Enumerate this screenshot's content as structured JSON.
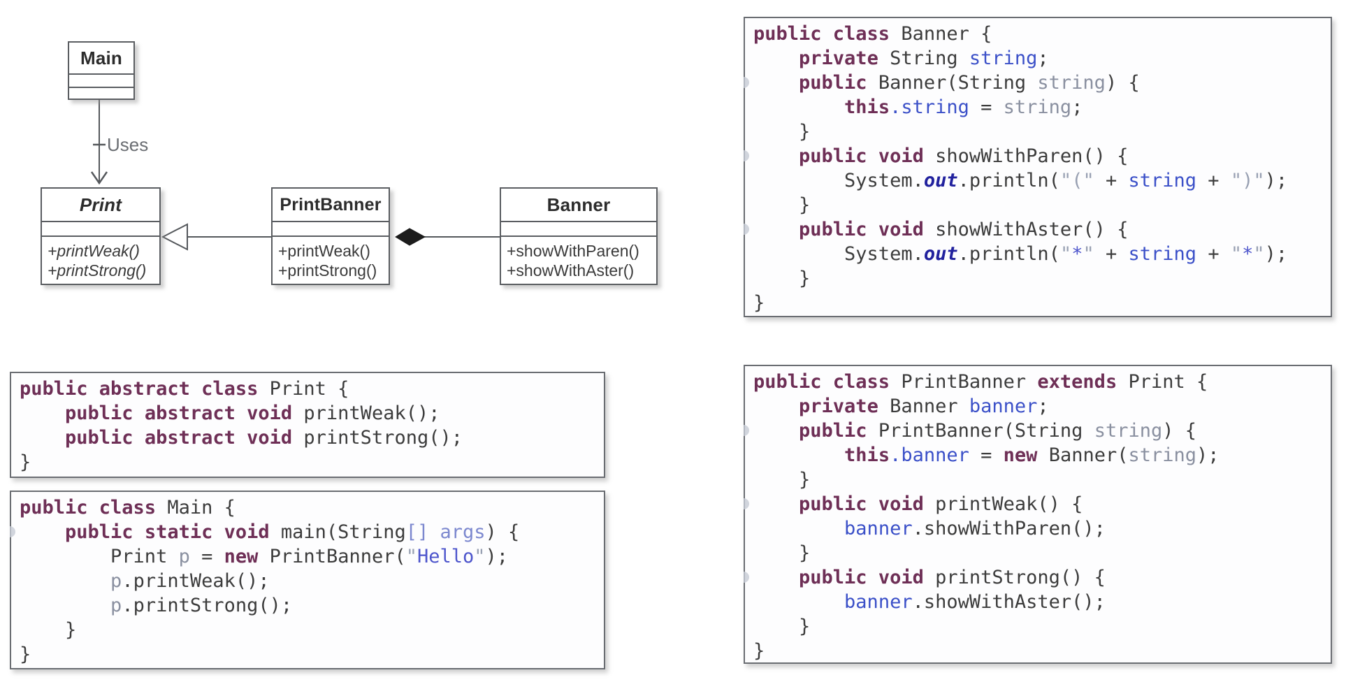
{
  "uml": {
    "uses_label": "Uses",
    "classes": {
      "main": {
        "name": "Main",
        "methods": []
      },
      "print": {
        "name": "Print",
        "methods": [
          "+printWeak()",
          "+printStrong()"
        ]
      },
      "print_banner": {
        "name": "PrintBanner",
        "methods": [
          "+printWeak()",
          "+printStrong()"
        ]
      },
      "banner": {
        "name": "Banner",
        "methods": [
          "+showWithParen()",
          "+showWithAster()"
        ]
      }
    }
  },
  "code": {
    "banner": {
      "folds": [
        3,
        6,
        9
      ],
      "lines": [
        [
          [
            "kw",
            "public class "
          ],
          [
            "pl",
            "Banner {"
          ]
        ],
        [
          [
            "pl",
            "    "
          ],
          [
            "kw",
            "private "
          ],
          [
            "pl",
            "String "
          ],
          [
            "fld",
            "string"
          ],
          [
            "pl",
            ";"
          ]
        ],
        [
          [
            "pl",
            "    "
          ],
          [
            "kw",
            "public "
          ],
          [
            "pl",
            "Banner(String "
          ],
          [
            "prm",
            "string"
          ],
          [
            "pl",
            ") {"
          ]
        ],
        [
          [
            "pl",
            "        "
          ],
          [
            "kw",
            "this"
          ],
          [
            "fld",
            ".string"
          ],
          [
            "pl",
            " = "
          ],
          [
            "prm",
            "string"
          ],
          [
            "pl",
            ";"
          ]
        ],
        [
          [
            "pl",
            "    }"
          ]
        ],
        [
          [
            "pl",
            "    "
          ],
          [
            "kw",
            "public void "
          ],
          [
            "pl",
            "showWithParen() {"
          ]
        ],
        [
          [
            "pl",
            "        System."
          ],
          [
            "out",
            "out"
          ],
          [
            "pl",
            ".println("
          ],
          [
            "sq",
            "\"(\""
          ],
          [
            "pl",
            " + "
          ],
          [
            "fld",
            "string"
          ],
          [
            "pl",
            " + "
          ],
          [
            "sq",
            "\")\""
          ],
          [
            "pl",
            ");"
          ]
        ],
        [
          [
            "pl",
            "    }"
          ]
        ],
        [
          [
            "pl",
            "    "
          ],
          [
            "kw",
            "public void "
          ],
          [
            "pl",
            "showWithAster() {"
          ]
        ],
        [
          [
            "pl",
            "        System."
          ],
          [
            "out",
            "out"
          ],
          [
            "pl",
            ".println("
          ],
          [
            "sq",
            "\""
          ],
          [
            "sc",
            "*"
          ],
          [
            "sq",
            "\""
          ],
          [
            "pl",
            " + "
          ],
          [
            "fld",
            "string"
          ],
          [
            "pl",
            " + "
          ],
          [
            "sq",
            "\""
          ],
          [
            "sc",
            "*"
          ],
          [
            "sq",
            "\""
          ],
          [
            "pl",
            ");"
          ]
        ],
        [
          [
            "pl",
            "    }"
          ]
        ],
        [
          [
            "pl",
            "}"
          ]
        ]
      ]
    },
    "print_abstract": {
      "folds": [],
      "lines": [
        [
          [
            "kw",
            "public abstract class "
          ],
          [
            "pl",
            "Print {"
          ]
        ],
        [
          [
            "pl",
            "    "
          ],
          [
            "kw",
            "public abstract void "
          ],
          [
            "pl",
            "printWeak();"
          ]
        ],
        [
          [
            "pl",
            "    "
          ],
          [
            "kw",
            "public abstract void "
          ],
          [
            "pl",
            "printStrong();"
          ]
        ],
        [
          [
            "pl",
            "}"
          ]
        ]
      ]
    },
    "main": {
      "folds": [
        2
      ],
      "lines": [
        [
          [
            "kw",
            "public class "
          ],
          [
            "pl",
            "Main {"
          ]
        ],
        [
          [
            "pl",
            "    "
          ],
          [
            "kw",
            "public static void "
          ],
          [
            "pl",
            "main(String"
          ],
          [
            "pb",
            "[]"
          ],
          [
            "pl",
            " "
          ],
          [
            "pb",
            "args"
          ],
          [
            "pl",
            ") {"
          ]
        ],
        [
          [
            "pl",
            "        Print "
          ],
          [
            "prm",
            "p"
          ],
          [
            "pl",
            " = "
          ],
          [
            "kw",
            "new"
          ],
          [
            "pl",
            " PrintBanner("
          ],
          [
            "sq",
            "\""
          ],
          [
            "sc",
            "Hello"
          ],
          [
            "sq",
            "\""
          ],
          [
            "pl",
            ");"
          ]
        ],
        [
          [
            "pl",
            "        "
          ],
          [
            "prm",
            "p"
          ],
          [
            "pl",
            ".printWeak();"
          ]
        ],
        [
          [
            "pl",
            "        "
          ],
          [
            "prm",
            "p"
          ],
          [
            "pl",
            ".printStrong();"
          ]
        ],
        [
          [
            "pl",
            "    }"
          ]
        ],
        [
          [
            "pl",
            "}"
          ]
        ]
      ]
    },
    "print_banner": {
      "folds": [
        3,
        6,
        9
      ],
      "lines": [
        [
          [
            "kw",
            "public class "
          ],
          [
            "pl",
            "PrintBanner "
          ],
          [
            "kw",
            "extends"
          ],
          [
            "pl",
            " Print {"
          ]
        ],
        [
          [
            "pl",
            "    "
          ],
          [
            "kw",
            "private "
          ],
          [
            "pl",
            "Banner "
          ],
          [
            "fld",
            "banner"
          ],
          [
            "pl",
            ";"
          ]
        ],
        [
          [
            "pl",
            "    "
          ],
          [
            "kw",
            "public "
          ],
          [
            "pl",
            "PrintBanner(String "
          ],
          [
            "prm",
            "string"
          ],
          [
            "pl",
            ") {"
          ]
        ],
        [
          [
            "pl",
            "        "
          ],
          [
            "kw",
            "this"
          ],
          [
            "fld",
            ".banner"
          ],
          [
            "pl",
            " = "
          ],
          [
            "kw",
            "new"
          ],
          [
            "pl",
            " Banner("
          ],
          [
            "prm",
            "string"
          ],
          [
            "pl",
            ");"
          ]
        ],
        [
          [
            "pl",
            "    }"
          ]
        ],
        [
          [
            "pl",
            "    "
          ],
          [
            "kw",
            "public void "
          ],
          [
            "pl",
            "printWeak() {"
          ]
        ],
        [
          [
            "pl",
            "        "
          ],
          [
            "fld",
            "banner"
          ],
          [
            "pl",
            ".showWithParen();"
          ]
        ],
        [
          [
            "pl",
            "    }"
          ]
        ],
        [
          [
            "pl",
            "    "
          ],
          [
            "kw",
            "public void "
          ],
          [
            "pl",
            "printStrong() {"
          ]
        ],
        [
          [
            "pl",
            "        "
          ],
          [
            "fld",
            "banner"
          ],
          [
            "pl",
            ".showWithAster();"
          ]
        ],
        [
          [
            "pl",
            "    }"
          ]
        ],
        [
          [
            "pl",
            "}"
          ]
        ]
      ]
    }
  },
  "colors": {
    "keyword": "#6e2f56",
    "plain": "#3c3c3c",
    "field_blue": "#3b50c8",
    "param_gray": "#8a90a0",
    "param_blue": "#7c88cf",
    "string_quote": "#98a0b2",
    "string_content": "#4d55cc",
    "static_field": "#22229e",
    "uml_line": "#55585c",
    "diamond_fill": "#1c1c1c"
  }
}
